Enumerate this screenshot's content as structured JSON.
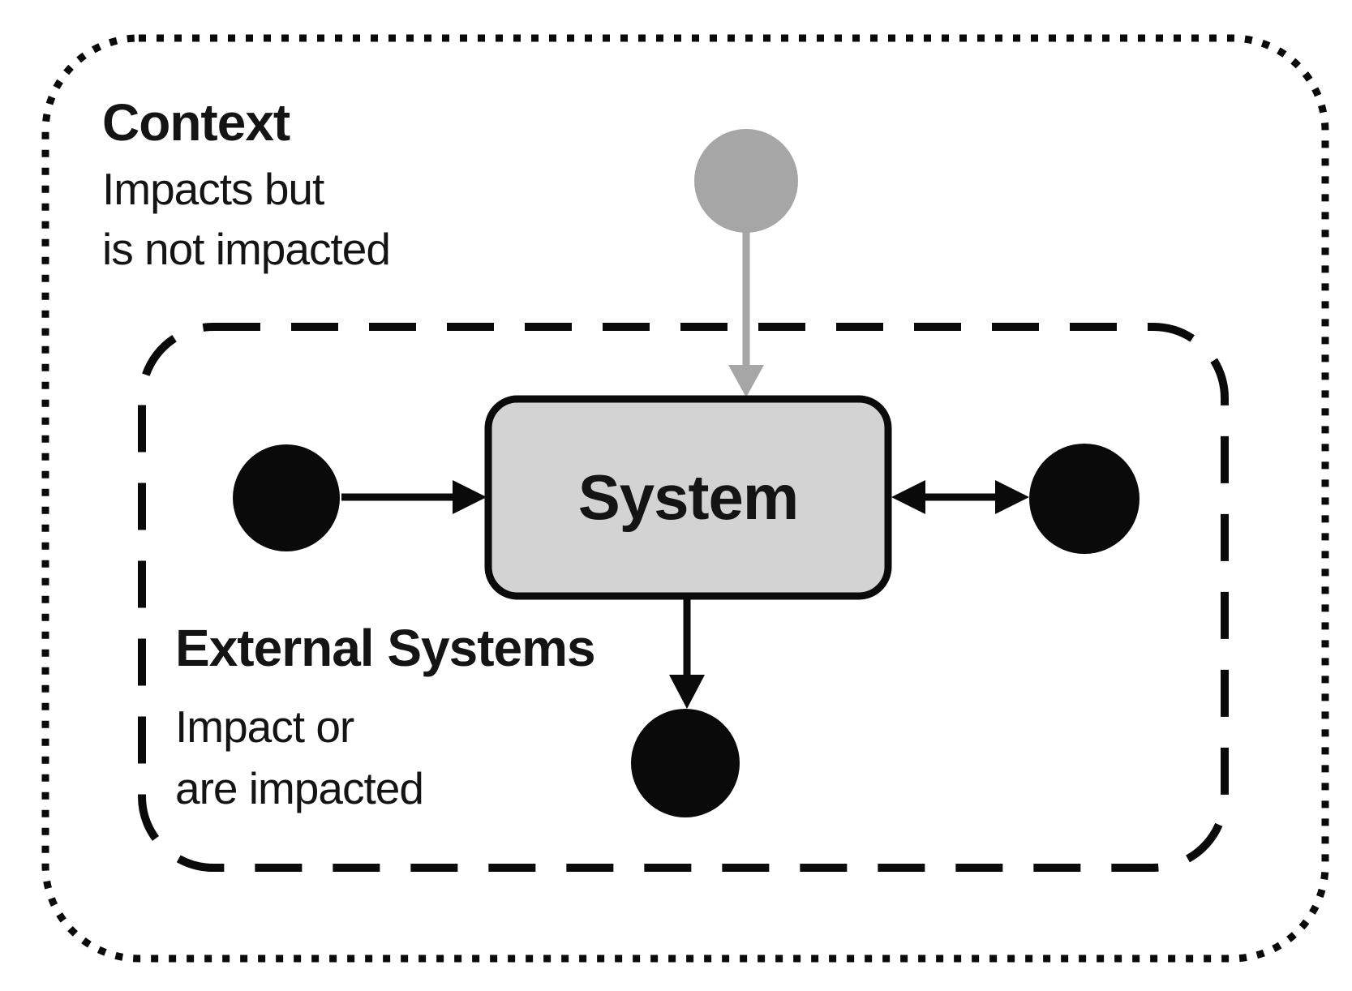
{
  "context": {
    "title": "Context",
    "subtitle": "Impacts but\nis not impacted"
  },
  "external_systems": {
    "title": "External Systems",
    "subtitle": "Impact or\nare impacted"
  },
  "system": {
    "label": "System"
  },
  "colors": {
    "context_actor": "#a6a6a6",
    "context_arrow": "#a6a6a6",
    "external_actor": "#0a0a0a",
    "system_fill": "#d3d3d3",
    "line": "#0a0a0a",
    "background": "#ffffff"
  },
  "nodes": [
    {
      "id": "context-actor",
      "shape": "circle",
      "region": "context",
      "color_role": "context_actor"
    },
    {
      "id": "external-actor-left",
      "shape": "circle",
      "region": "external_systems",
      "color_role": "external_actor"
    },
    {
      "id": "external-actor-right",
      "shape": "circle",
      "region": "external_systems",
      "color_role": "external_actor"
    },
    {
      "id": "external-actor-bottom",
      "shape": "circle",
      "region": "external_systems",
      "color_role": "external_actor"
    },
    {
      "id": "system",
      "shape": "rounded-rect",
      "region": "external_systems",
      "color_role": "system_fill"
    }
  ],
  "edges": [
    {
      "from": "context-actor",
      "to": "system",
      "direction": "one-way",
      "color_role": "context_arrow"
    },
    {
      "from": "external-actor-left",
      "to": "system",
      "direction": "one-way",
      "color_role": "line"
    },
    {
      "from": "system",
      "to": "external-actor-right",
      "direction": "two-way",
      "color_role": "line"
    },
    {
      "from": "system",
      "to": "external-actor-bottom",
      "direction": "one-way",
      "color_role": "line"
    }
  ]
}
